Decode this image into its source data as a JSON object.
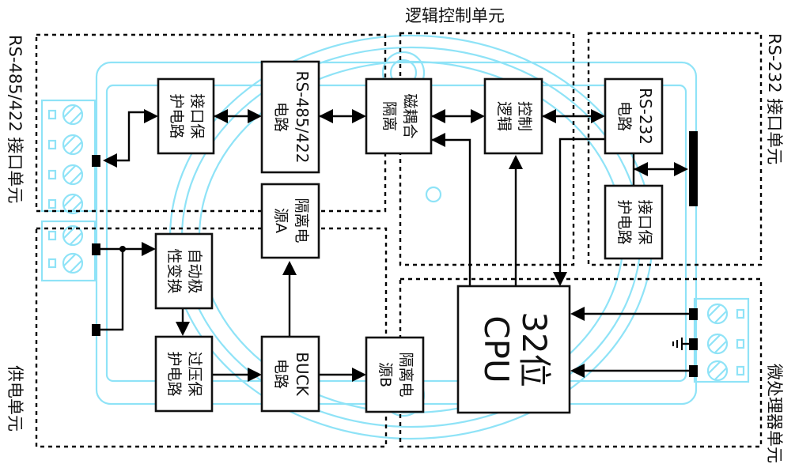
{
  "diagram": {
    "colors": {
      "background_outline": "#8fe3f7",
      "line": "#000000"
    },
    "units": {
      "logic_control": {
        "label": "逻辑控制单元"
      },
      "rs485_interface": {
        "label": "RS-485/422 接口单元"
      },
      "rs232_interface": {
        "label": "RS-232 接口单元"
      },
      "power_supply": {
        "label": "供电单元"
      },
      "microprocessor": {
        "label": "微处理器单元"
      }
    },
    "blocks": {
      "rs485_protect": {
        "lines": [
          "接口保",
          "护电路"
        ]
      },
      "rs485_circuit": {
        "lines": [
          "RS-485/422",
          "电路"
        ]
      },
      "magnetic_isolation": {
        "lines": [
          "磁耦合",
          "隔离"
        ]
      },
      "control_logic": {
        "lines": [
          "控制",
          "逻辑"
        ]
      },
      "rs232_circuit": {
        "lines": [
          "RS-232",
          "电路"
        ]
      },
      "rs232_protect": {
        "lines": [
          "接口保",
          "护电路"
        ]
      },
      "isolated_power_a": {
        "lines": [
          "隔离电",
          "源A"
        ]
      },
      "auto_polarity": {
        "lines": [
          "自动极",
          "性变换"
        ]
      },
      "overvoltage_protect": {
        "lines": [
          "过压保",
          "护电路"
        ]
      },
      "buck_circuit": {
        "lines": [
          "BUCK",
          "电路"
        ]
      },
      "isolated_power_b": {
        "lines": [
          "隔离电",
          "源B"
        ]
      },
      "cpu": {
        "lines": [
          "32位",
          "CPU"
        ]
      }
    },
    "icons": {
      "ground": "ground-symbol",
      "terminal": "screw-terminal"
    }
  }
}
